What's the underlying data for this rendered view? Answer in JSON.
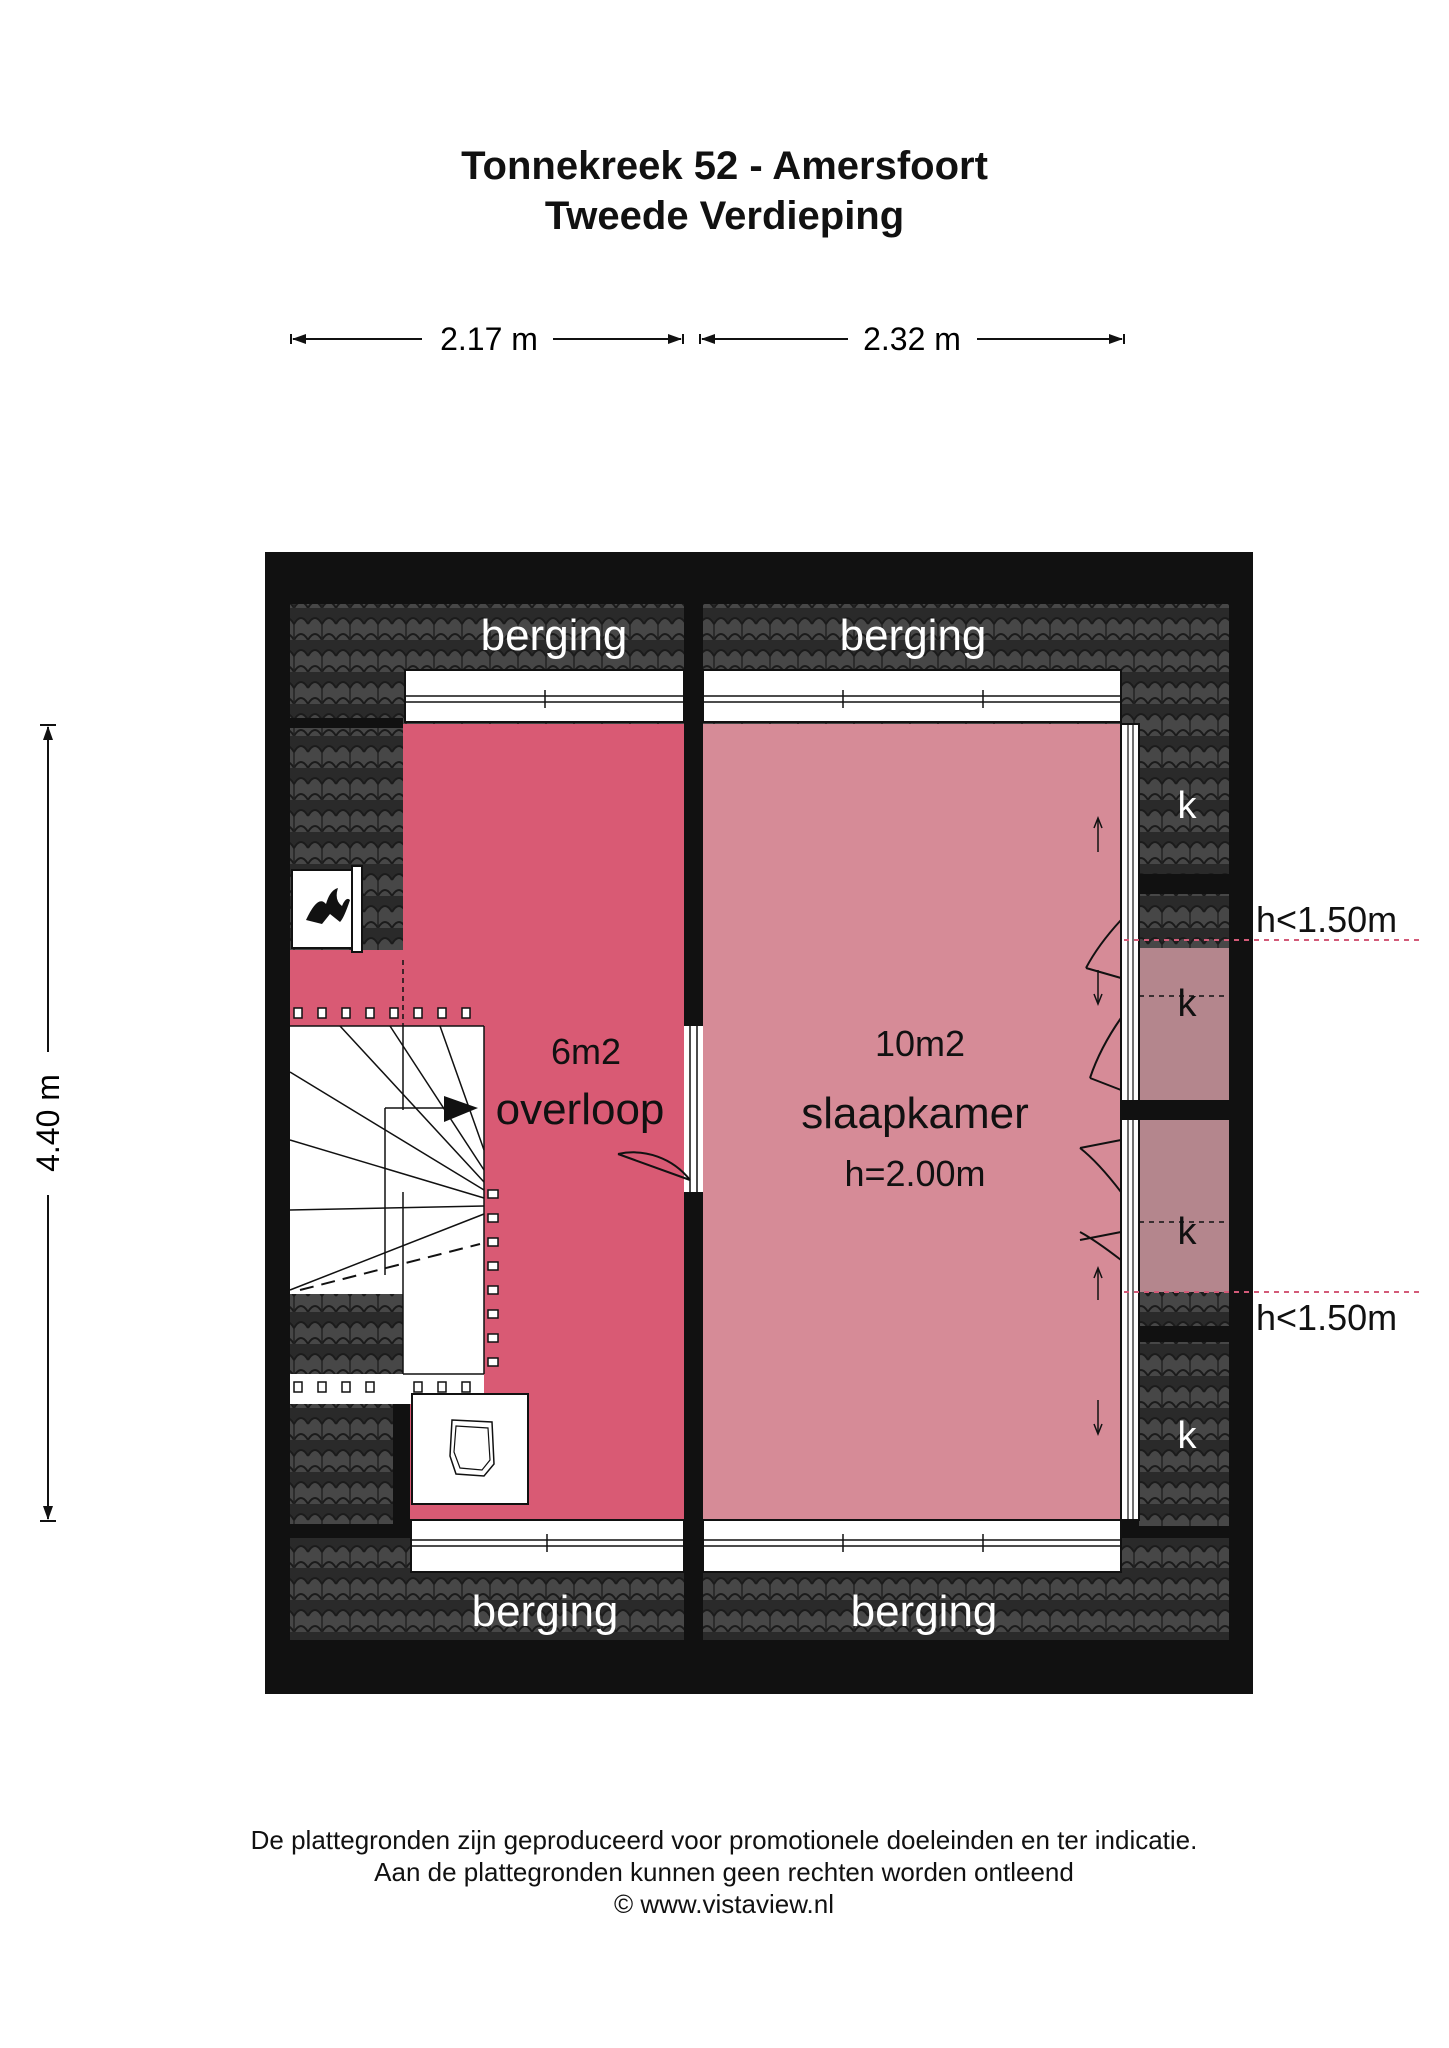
{
  "header": {
    "title": "Tonnekreek 52 - Amersfoort",
    "subtitle": "Tweede Verdieping"
  },
  "dimensions": {
    "width_left": "2.17 m",
    "width_right": "2.32 m",
    "height": "4.40 m"
  },
  "rooms": {
    "overloop": {
      "area": "6m2",
      "name": "overloop"
    },
    "slaapkamer": {
      "area": "10m2",
      "name": "slaapkamer",
      "height": "h=2.00m"
    }
  },
  "storage": {
    "top_left": "berging",
    "top_right": "berging",
    "bottom_left": "berging",
    "bottom_right": "berging"
  },
  "closets": [
    "k",
    "k",
    "k",
    "k"
  ],
  "height_markers": [
    "h<1.50m",
    "h<1.50m"
  ],
  "footer": {
    "line1": "De plattegronden zijn geproduceerd voor promotionele doeleinden en ter indicatie.",
    "line2": "Aan de plattegronden kunnen geen rechten worden ontleend",
    "line3": "© www.vistaview.nl"
  },
  "colors": {
    "overloop": "#d95a74",
    "slaapkamer": "#d68b97",
    "closet_low": "#b4868d",
    "wall": "#111111",
    "roof_tile": "#3a3a3a"
  },
  "icons": [
    "boiler-flame-icon",
    "staircase-icon",
    "washbasin-icon"
  ]
}
